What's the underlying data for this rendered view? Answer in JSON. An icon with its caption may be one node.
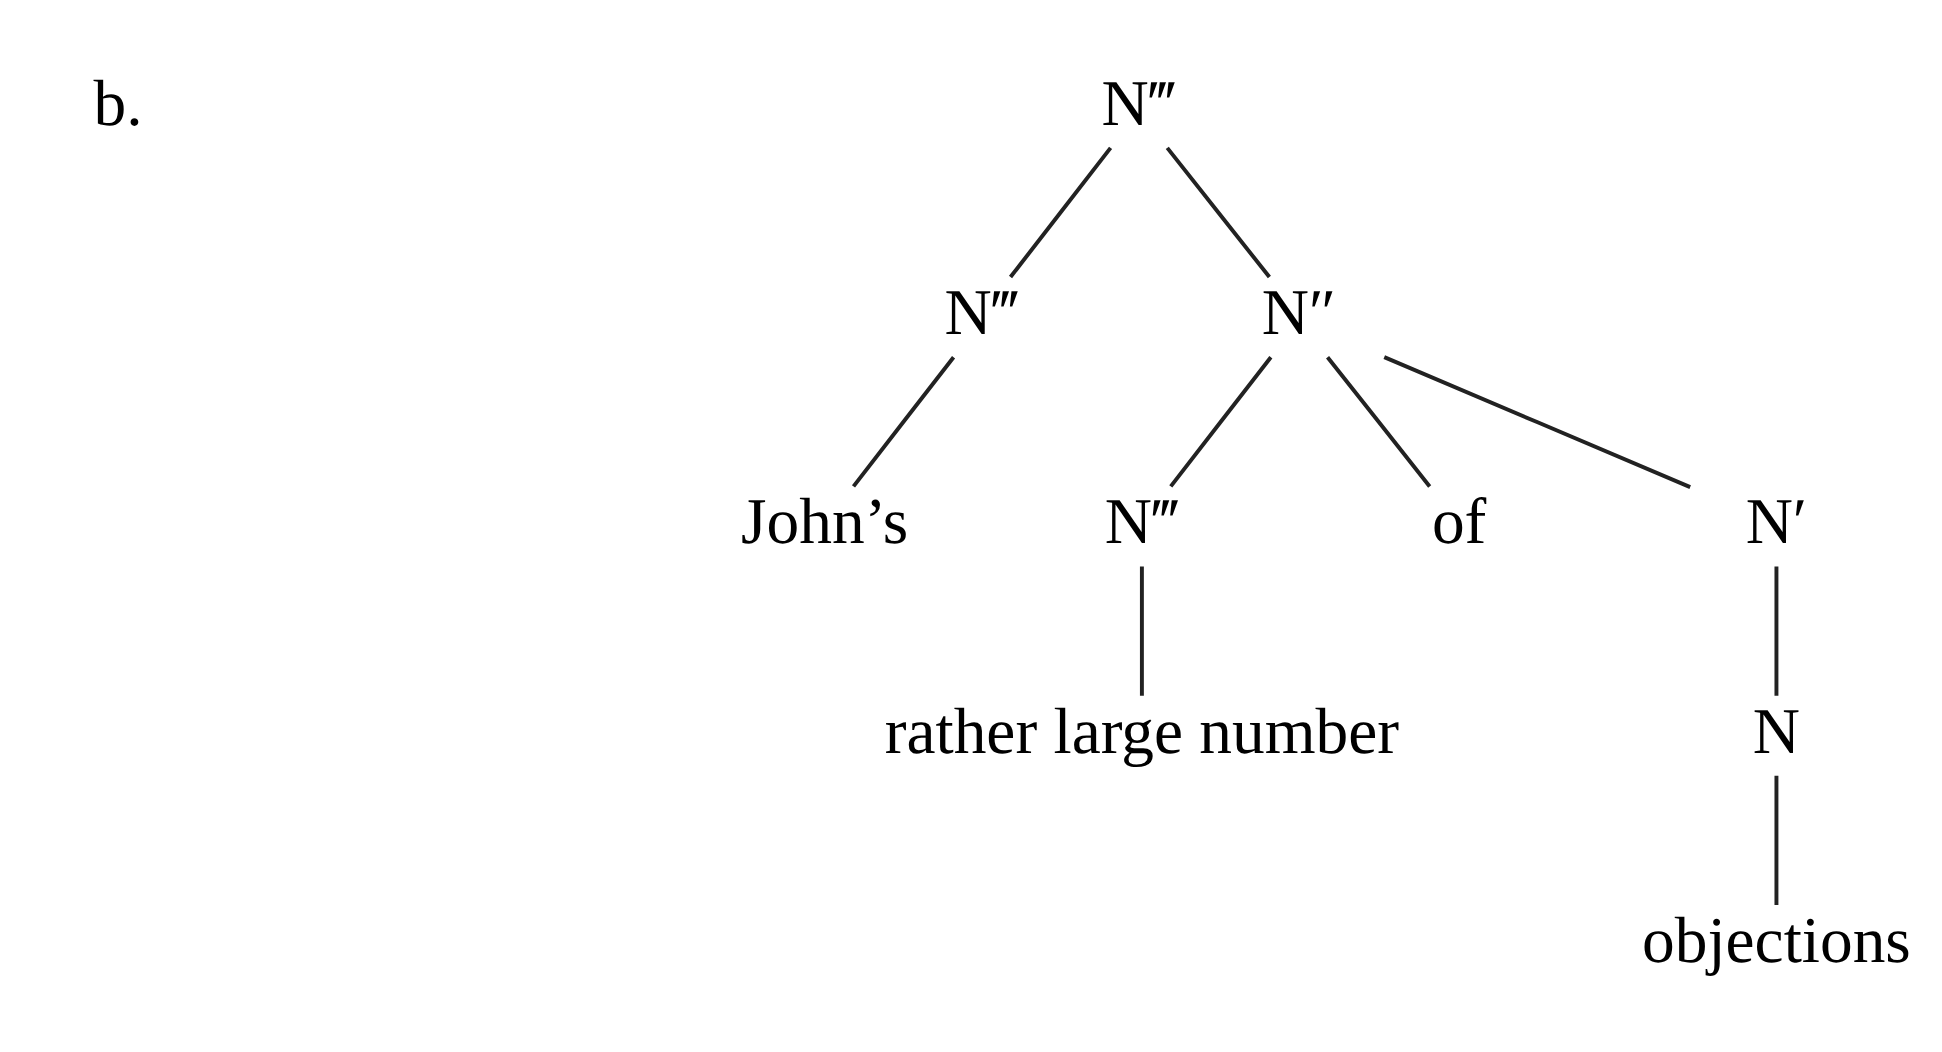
{
  "diagram": {
    "nodes": [
      {
        "text": [
          "N‴"
        ]
      },
      {
        "text": [
          "N‴"
        ]
      },
      {
        "text": [
          "John’s"
        ]
      },
      {
        "text": [
          "N″"
        ]
      },
      {
        "text": [
          "N‴"
        ]
      },
      {
        "text": [
          "of"
        ]
      },
      {
        "text": [
          "N′"
        ]
      },
      {
        "text": [
          "rather large number"
        ]
      },
      {
        "text": [
          "N"
        ]
      },
      {
        "text": [
          "objections"
        ]
      }
    ],
    "edges": [
      {
        "from": 0,
        "to": 1,
        "arrow": "none"
      },
      {
        "from": 0,
        "to": 3,
        "arrow": "none"
      },
      {
        "from": 1,
        "to": 2,
        "arrow": "none"
      },
      {
        "from": 3,
        "to": 4,
        "arrow": "none"
      },
      {
        "from": 3,
        "to": 5,
        "arrow": "none"
      },
      {
        "from": 3,
        "to": 6,
        "arrow": "none"
      },
      {
        "from": 4,
        "to": 7,
        "arrow": "none"
      },
      {
        "from": 6,
        "to": 8,
        "arrow": "none"
      },
      {
        "from": 8,
        "to": 9,
        "arrow": "none"
      }
    ],
    "labels": [
      "b."
    ]
  }
}
